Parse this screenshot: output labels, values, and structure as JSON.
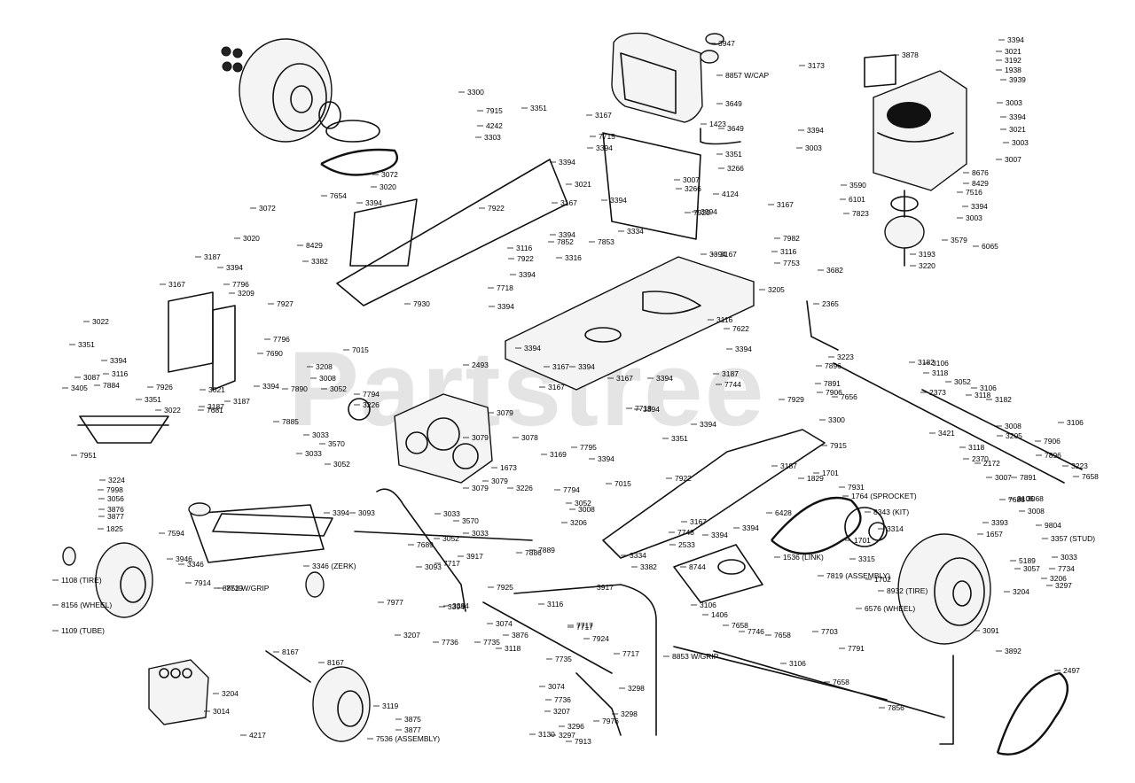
{
  "watermark": "Partstree",
  "callouts": [
    "3947",
    "8857 W/CAP",
    "3649",
    "1423",
    "3649",
    "3300",
    "7915",
    "3351",
    "4242",
    "3303",
    "3167",
    "7715",
    "3394",
    "3351",
    "3266",
    "3007",
    "3266",
    "4124",
    "3394",
    "3167",
    "3072",
    "3020",
    "7654",
    "3394",
    "3072",
    "3020",
    "8429",
    "3382",
    "7930",
    "7922",
    "3394",
    "3167",
    "3021",
    "3394",
    "7920",
    "3334",
    "7853",
    "7852",
    "3116",
    "7922",
    "3316",
    "3394",
    "3394",
    "7982",
    "3116",
    "7753",
    "3205",
    "3167",
    "3394",
    "7718",
    "3394",
    "2493",
    "3167",
    "3394",
    "3167",
    "3394",
    "3167",
    "3394",
    "3116",
    "7622",
    "3394",
    "3187",
    "3394",
    "7796",
    "3209",
    "7927",
    "7796",
    "7690",
    "3394",
    "3187",
    "3021",
    "7681",
    "3022",
    "3351",
    "7926",
    "3116",
    "7884",
    "3187",
    "3405",
    "3087",
    "7951",
    "3022",
    "3351",
    "3394",
    "3167",
    "7015",
    "3208",
    "3008",
    "3052",
    "7890",
    "7885",
    "3033",
    "3570",
    "3033",
    "3052",
    "7794",
    "3226",
    "3079",
    "3079",
    "1673",
    "3079",
    "3079",
    "3078",
    "7795",
    "3394",
    "3169",
    "7718",
    "3394",
    "3187",
    "7744",
    "3394",
    "7929",
    "3300",
    "7915",
    "3351",
    "7922",
    "3187",
    "1829",
    "1701",
    "7931",
    "1764 (SPROCKET)",
    "8343 (KIT)",
    "3314",
    "3315",
    "1701",
    "1702",
    "1536 (LINK)",
    "7819 (ASSEMBLY)",
    "8932 (TIRE)",
    "6576 (WHEEL)",
    "3091",
    "3204",
    "3297",
    "7734",
    "3033",
    "3206",
    "3057",
    "5189",
    "3357 (STUD)",
    "1657",
    "9804",
    "3393",
    "3008",
    "3068",
    "7688",
    "3223",
    "7896",
    "7891",
    "7906",
    "7656",
    "3182",
    "3106",
    "3118",
    "3052",
    "3106",
    "3118",
    "3182",
    "2373",
    "3421",
    "3118",
    "2370",
    "2172",
    "3007",
    "7891",
    "7906",
    "7896",
    "3223",
    "7658",
    "3106",
    "3106",
    "3008",
    "3205",
    "2533",
    "7748",
    "3394",
    "3167",
    "3394",
    "8744",
    "6428",
    "3334",
    "3382",
    "7015",
    "7689",
    "3093",
    "3093",
    "7717",
    "8853 W/GRIP",
    "3052",
    "3033",
    "3570",
    "3033",
    "3917",
    "7886",
    "7889",
    "3226",
    "7794",
    "3052",
    "3008",
    "3206",
    "3394",
    "3224",
    "7998",
    "3056",
    "3876",
    "3877",
    "1825",
    "7594",
    "3346",
    "3346 (ZERK)",
    "3394",
    "7719",
    "3946",
    "7914",
    "1108 (TIRE)",
    "8156 (WHEEL)",
    "1109 (TUBE)",
    "7977",
    "3394",
    "3207",
    "7736",
    "7925",
    "3116",
    "7735",
    "3074",
    "7717",
    "3876",
    "7717",
    "7924",
    "3118",
    "7735",
    "7717",
    "3917",
    "8853 W/GRIP",
    "3298",
    "3074",
    "7736",
    "3207",
    "7976",
    "3298",
    "3296",
    "3297",
    "3130",
    "7913",
    "8167",
    "8167",
    "3119",
    "3875",
    "3877",
    "7536 (ASSEMBLY)",
    "4217",
    "3204",
    "3014",
    "1406",
    "3106",
    "7658",
    "7746",
    "7658",
    "7703",
    "7791",
    "3106",
    "7658",
    "7856",
    "3892",
    "2497",
    "3878",
    "3394",
    "3021",
    "3192",
    "1938",
    "3939",
    "3003",
    "3173",
    "3394",
    "3021",
    "3003",
    "3394",
    "3003",
    "3007",
    "8676",
    "8429",
    "7516",
    "3590",
    "6101",
    "7823",
    "3394",
    "3003",
    "3579",
    "3193",
    "3220",
    "6065",
    "3682",
    "2365"
  ],
  "icons": [
    "rear-tire-icon",
    "front-tire-icon",
    "battery-icon",
    "engine-icon",
    "fuel-tank-icon",
    "transaxle-icon",
    "frame-icon",
    "pulley-icon",
    "belt-icon"
  ]
}
